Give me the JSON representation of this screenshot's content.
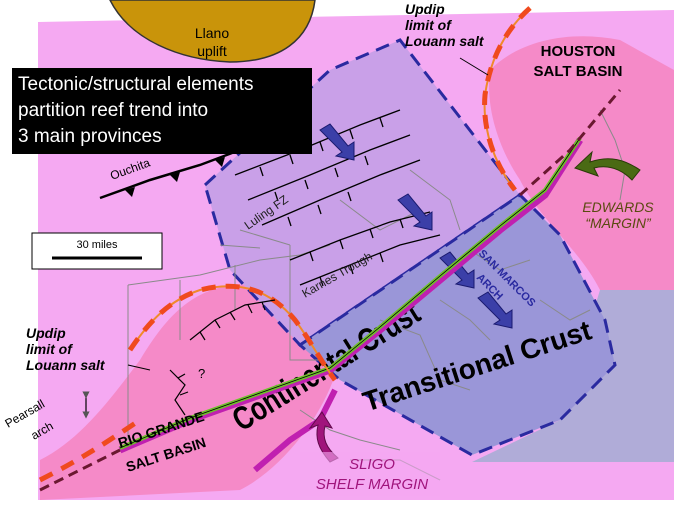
{
  "title_lines": [
    "Tectonic/structural elements",
    "partition reef trend into",
    "3 main provinces"
  ],
  "labels": {
    "llano_1": "Llano",
    "llano_2": "uplift",
    "ouchita": "Ouchita",
    "updip_top_1": "Updip",
    "updip_top_2": "limit of",
    "updip_top_3": "Louann salt",
    "houston_1": "HOUSTON",
    "houston_2": "SALT BASIN",
    "edwards_1": "EDWARDS",
    "edwards_2": "“MARGIN”",
    "continental": "Continental Crust",
    "luling": "Luling FZ",
    "karnes": "Karnes Trough",
    "san_marcos_1": "SAN MARCOS",
    "san_marcos_2": "ARCH",
    "transitional": "Transitional Crust",
    "updip_left_1": "Updip",
    "updip_left_2": "limit of",
    "updip_left_3": "Louann salt",
    "pearsall": "Pearsall",
    "arch": "arch",
    "rio_1": "RIO GRANDE",
    "rio_2": "SALT BASIN",
    "sligo_1": "SLIGO",
    "sligo_2": "SHELF MARGIN",
    "scale": "30 miles",
    "question": "?"
  },
  "colors": {
    "regional_pink": "#f5a9f2",
    "salt_basin_pink": "#f58ac8",
    "continental_purple": "#c9a0e8",
    "transitional_blue": "#9a96d8",
    "llano_gold": "#c9940a",
    "arrow_blue": "#3b3fa8",
    "salt_limit_red": "#f04a1e",
    "shelf_green": "#6fc02a",
    "shelf_magenta": "#c020b0",
    "edwards_green": "#4a6a14",
    "sligo_text": "#a0147c",
    "edwards_text": "#5a4a10",
    "crust_border": "#2a2aa0"
  }
}
